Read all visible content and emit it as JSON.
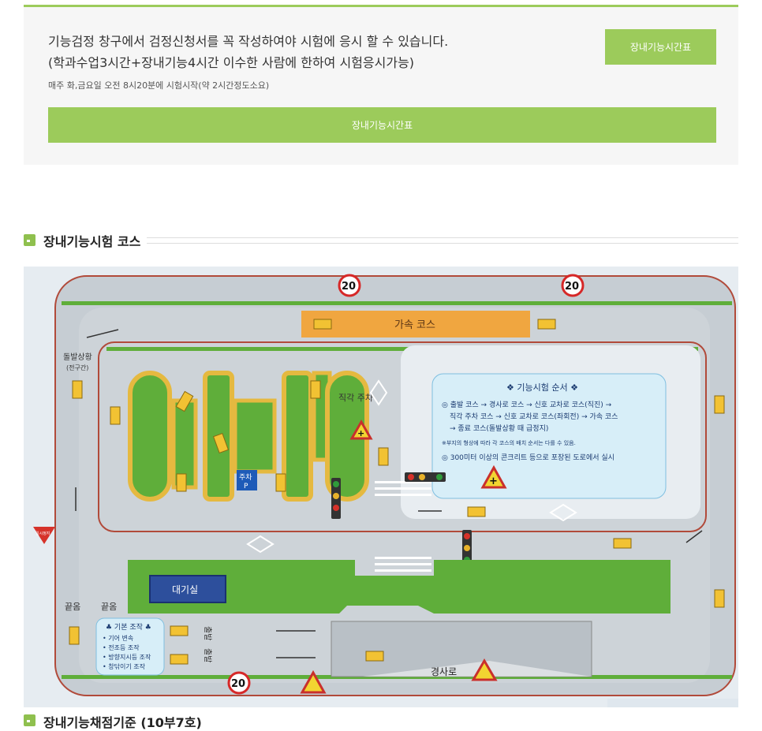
{
  "notice": {
    "line1": "기능검정 창구에서 검정신청서를 꼭 작성하여야 시험에 응시 할 수 있습니다.",
    "line2": "(학과수업3시간+장내기능4시간 이수한 사람에 한하여 시험응시가능)",
    "small": "매주 화,금요일 오전 8시20분에 시험시작(약 2시간정도소요)",
    "button_top": "장내기능시간표",
    "button_wide": "장내기능시간표"
  },
  "section": {
    "title": "장내기능시험 코스"
  },
  "next_section": {
    "title": "장내기능채점기준 (10부7호)"
  },
  "colors": {
    "accent": "#9ccb5b",
    "grass": "#5fae3a",
    "road": "#c9d0d6",
    "lane": "#e5b940"
  },
  "map": {
    "speed_limit": "20",
    "acceleration_course": "가속 코스",
    "sudden_stop": "돌발상황",
    "sudden_stop_sub": "(전구간)",
    "right_angle_parking": "직각 주차",
    "parking_sign": "주차",
    "parking_p": "P",
    "waiting_room": "대기실",
    "end_left": "끝옴",
    "end_right": "끝옴",
    "slope_road": "경사로",
    "start_labels": [
      "출발",
      "출발"
    ],
    "stop_sign": "일시정지",
    "order_box": {
      "title": "❖ 기능시험 순서 ❖",
      "step1": "◎ 출발 코스 → 경사로 코스 → 신호 교차로 코스(직진) →",
      "step2": "직각 주차 코스 → 신호 교차로 코스(좌회전) → 가속 코스",
      "step3": "→ 종료 코스(돌발상황 때 급정지)",
      "note": "※부지의 형상에 따라 각 코스의 배치 순서는 다를 수 있음.",
      "road": "◎ 300미터 이상의 콘크리트 등으로 포장된 도로에서 실시"
    },
    "basic_box": {
      "title": "♣ 기본 조작 ♣",
      "items": [
        "• 기어 변속",
        "• 전조등 조작",
        "• 방향지시등 조작",
        "• 창닦이기 조작"
      ]
    }
  }
}
